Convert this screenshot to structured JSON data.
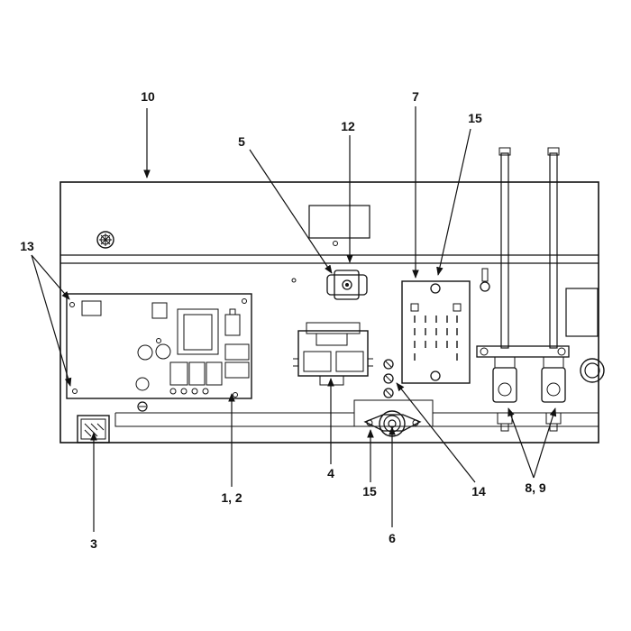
{
  "callouts": {
    "c10": "10",
    "c12": "12",
    "c5": "5",
    "c7": "7",
    "c15a": "15",
    "c13": "13",
    "c1_2": "1, 2",
    "c3": "3",
    "c4": "4",
    "c15b": "15",
    "c6": "6",
    "c14": "14",
    "c8_9": "8, 9"
  }
}
